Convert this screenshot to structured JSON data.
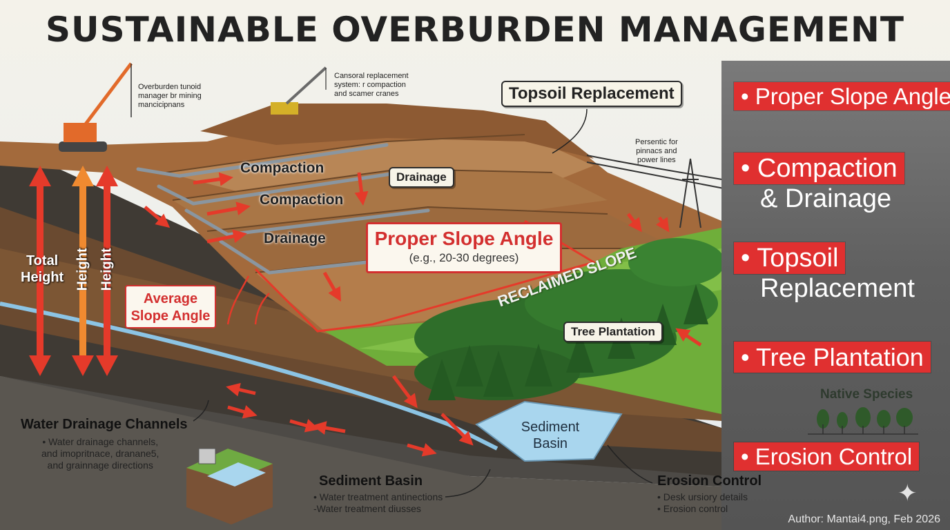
{
  "title": "SUSTAINABLE OVERBURDEN MANAGEMENT",
  "notes": {
    "left_crane": [
      "Overburden tunoid",
      "manager br mining",
      "mancicipnans"
    ],
    "center_crane": [
      "Cansoral replacement",
      "system: r compaction",
      "and scamer cranes"
    ],
    "power_lines": [
      "Persentic for",
      "pinnacs and",
      "power lines"
    ]
  },
  "diagram_labels": {
    "topsoil_replacement": "Topsoil Replacement",
    "compaction_1": "Compaction",
    "compaction_2": "Compaction",
    "drainage_1": "Drainage",
    "drainage_2": "Drainage",
    "proper_slope_title": "Proper Slope Angle",
    "proper_slope_sub": "(e.g., 20-30 degrees)",
    "average_slope": [
      "Average",
      "Slope Angle"
    ],
    "total_height": [
      "Total",
      "Height"
    ],
    "height_1": "Height",
    "height_2": "Height",
    "reclaimed_slope": "RECLAIMED SLOPE",
    "tree_plantation": "Tree Plantation",
    "sediment_basin": [
      "Sediment",
      "Basin"
    ]
  },
  "sections": {
    "water_drainage": {
      "title": "Water Drainage Channels",
      "lines": [
        "• Water drainage channels,",
        "and imopritnace, dranane5,",
        "and grainnage directions"
      ]
    },
    "sediment_basin": {
      "title": "Sediment Basin",
      "lines": [
        "• Water treatment antinections",
        "-Water treatment diusses"
      ]
    },
    "erosion_control": {
      "title": "Erosion Control",
      "lines": [
        "• Desk ursiory details",
        "• Erosion control"
      ]
    }
  },
  "right_panel": {
    "items": [
      {
        "bullet": "•",
        "line1": "Proper Slope Angle"
      },
      {
        "bullet": "•",
        "line1": "Compaction",
        "line2": "& Drainage"
      },
      {
        "bullet": "•",
        "line1": "Topsoil",
        "line2": "Replacement"
      },
      {
        "bullet": "•",
        "line1": "Tree Plantation"
      },
      {
        "bullet": "•",
        "line1": "Erosion Control"
      }
    ],
    "native_species": "Native Species"
  },
  "author": "Author: Mantai4.png, Feb 2026",
  "colors": {
    "accent_red": "#e03030",
    "soil_brown": "#8a5530",
    "grass_green": "#6fae3a",
    "forest_green": "#2f6e2a",
    "water_blue": "#a9d6ee",
    "panel_gray": "#606060"
  }
}
